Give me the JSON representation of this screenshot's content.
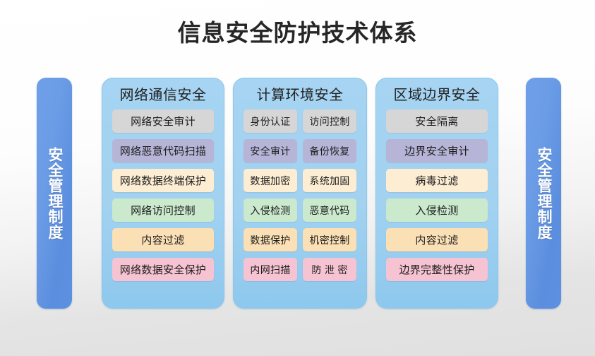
{
  "title": "信息安全防护技术体系",
  "side_pillars": {
    "left_label": "安全管理制度",
    "right_label": "安全管理制度"
  },
  "panels": [
    {
      "header": "网络通信安全",
      "rows": [
        {
          "color": "c-gray",
          "items": [
            "网络安全审计"
          ]
        },
        {
          "color": "c-purple",
          "items": [
            "网络恶意代码扫描"
          ]
        },
        {
          "color": "c-cream",
          "items": [
            "网络数据终端保护"
          ]
        },
        {
          "color": "c-green",
          "items": [
            "网络访问控制"
          ]
        },
        {
          "color": "c-orange",
          "items": [
            "内容过滤"
          ]
        },
        {
          "color": "c-pink",
          "items": [
            "网络数据安全保护"
          ]
        }
      ]
    },
    {
      "header": "计算环境安全",
      "rows": [
        {
          "color": "c-gray",
          "items": [
            "身份认证",
            "访问控制"
          ]
        },
        {
          "color": "c-purple",
          "items": [
            "安全审计",
            "备份恢复"
          ]
        },
        {
          "color": "c-cream",
          "items": [
            "数据加密",
            "系统加固"
          ]
        },
        {
          "color": "c-green",
          "items": [
            "入侵检测",
            "恶意代码"
          ]
        },
        {
          "color": "c-orange",
          "items": [
            "数据保护",
            "机密控制"
          ]
        },
        {
          "color": "c-pink",
          "items": [
            "内网扫描",
            "防 泄 密"
          ]
        }
      ]
    },
    {
      "header": "区域边界安全",
      "rows": [
        {
          "color": "c-gray",
          "items": [
            "安全隔离"
          ]
        },
        {
          "color": "c-purple",
          "items": [
            "边界安全审计"
          ]
        },
        {
          "color": "c-cream",
          "items": [
            "病毒过滤"
          ]
        },
        {
          "color": "c-green",
          "items": [
            "入侵检测"
          ]
        },
        {
          "color": "c-orange",
          "items": [
            "内容过滤"
          ]
        },
        {
          "color": "c-pink",
          "items": [
            "边界完整性保护"
          ]
        }
      ]
    }
  ],
  "colors": {
    "background": "#f0f0f0",
    "pillar_blue": "#6b9ce6",
    "panel_blue": "#a2d2f0",
    "chip_gray": "#d6d6d6",
    "chip_purple": "#b7b5d7",
    "chip_cream": "#fdedd2",
    "chip_green": "#cae9cd",
    "chip_orange": "#fbdfb5",
    "chip_pink": "#f5c3d1",
    "title_text": "#262626"
  }
}
